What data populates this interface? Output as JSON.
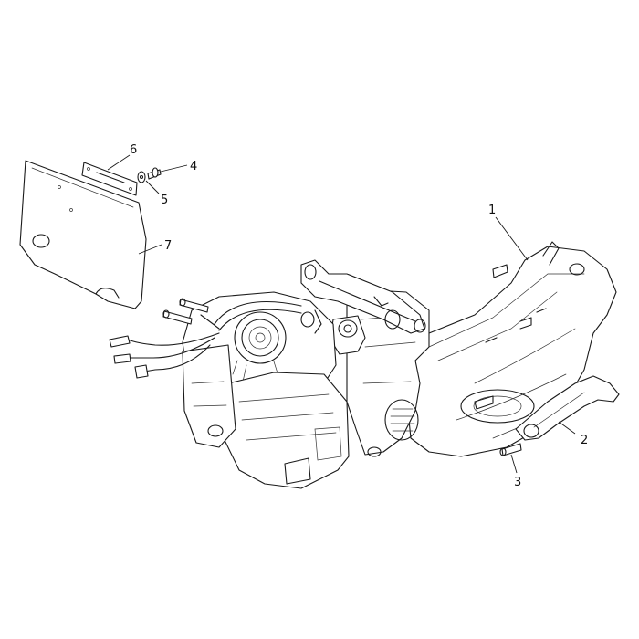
{
  "diagram": {
    "callouts": [
      {
        "key": "c1",
        "label": "1",
        "part": "crankcase"
      },
      {
        "key": "c2",
        "label": "2",
        "part": "kickstart-lever"
      },
      {
        "key": "c3",
        "label": "3",
        "part": "lever-screw"
      },
      {
        "key": "c4",
        "label": "4",
        "part": "plate-screw"
      },
      {
        "key": "c5",
        "label": "5",
        "part": "washer"
      },
      {
        "key": "c6",
        "label": "6",
        "part": "bracket"
      },
      {
        "key": "c7",
        "label": "7",
        "part": "cover-plate"
      }
    ]
  }
}
